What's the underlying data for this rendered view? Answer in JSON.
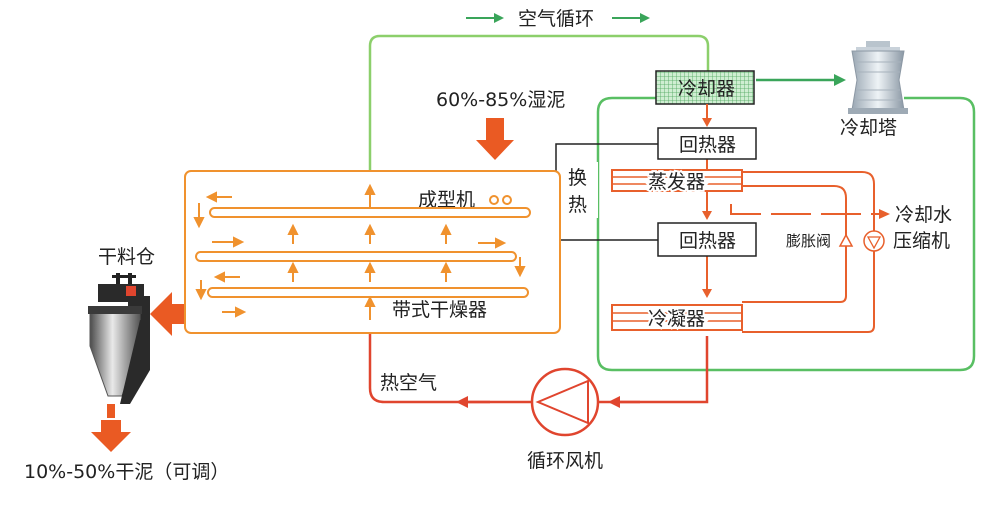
{
  "labels": {
    "air_cycle": "空气循环",
    "wet_sludge": "60%-85%湿泥",
    "former": "成型机",
    "belt_dryer": "带式干燥器",
    "dry_bin": "干料仓",
    "dry_sludge": "10%-50%干泥（可调）",
    "hot_air": "热空气",
    "fan": "循环风机",
    "cooler": "冷却器",
    "cooling_tower": "冷却塔",
    "reheater_top": "回热器",
    "reheater_bottom": "回热器",
    "exchange_a": "换",
    "exchange_b": "热",
    "evaporator": "蒸发器",
    "condenser": "冷凝器",
    "expansion_valve": "膨胀阀",
    "cooling_water": "冷却水",
    "compressor": "压缩机"
  },
  "colors": {
    "air_path": "#8ccf6b",
    "cooling_loop": "#59bf63",
    "hot_air": "#e0452e",
    "orange": "#f0922e",
    "refrigerant": "#e8602c",
    "arrow_red": "#ea5a23"
  }
}
